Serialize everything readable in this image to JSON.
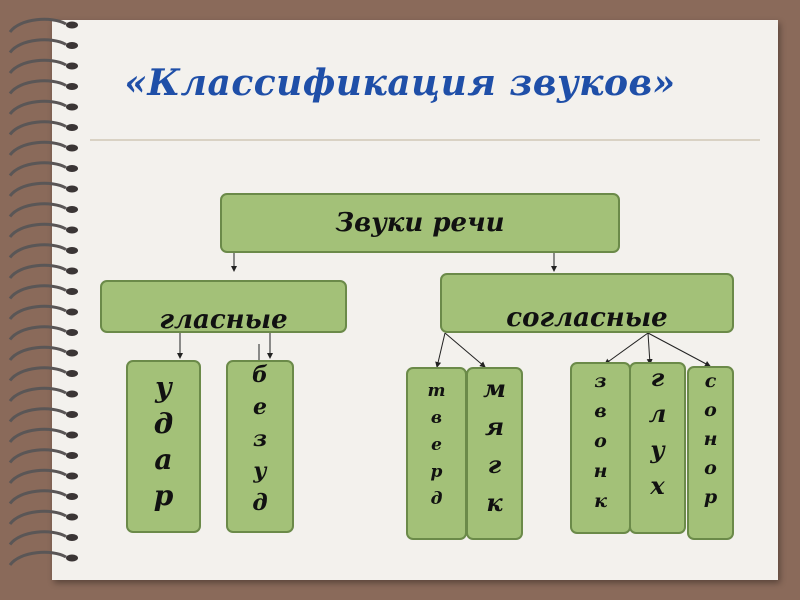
{
  "title": "«Классификация звуков»",
  "root": {
    "label": "Звуки речи"
  },
  "branches": {
    "vowels": {
      "label": "гласные"
    },
    "consonants": {
      "label": "согласные"
    }
  },
  "leaves": {
    "udar": [
      "у",
      "д",
      "а",
      "р"
    ],
    "bezud": [
      "б",
      "е",
      "з",
      "у",
      "д"
    ],
    "tverd": [
      "т",
      "в",
      "е",
      "р",
      "д"
    ],
    "myagk": [
      "м",
      "я",
      "г",
      "к"
    ],
    "zvonk": [
      "з",
      "в",
      "о",
      "н",
      "к"
    ],
    "glukh": [
      "г",
      "л",
      "у",
      "х"
    ],
    "sonor": [
      "с",
      "о",
      "н",
      "о",
      "р"
    ]
  },
  "colors": {
    "background": "#8a6a5a",
    "paper": "#f3f1ed",
    "title": "#1f4fa8",
    "box_fill": "#a3c178",
    "box_border": "#6b8a49"
  }
}
